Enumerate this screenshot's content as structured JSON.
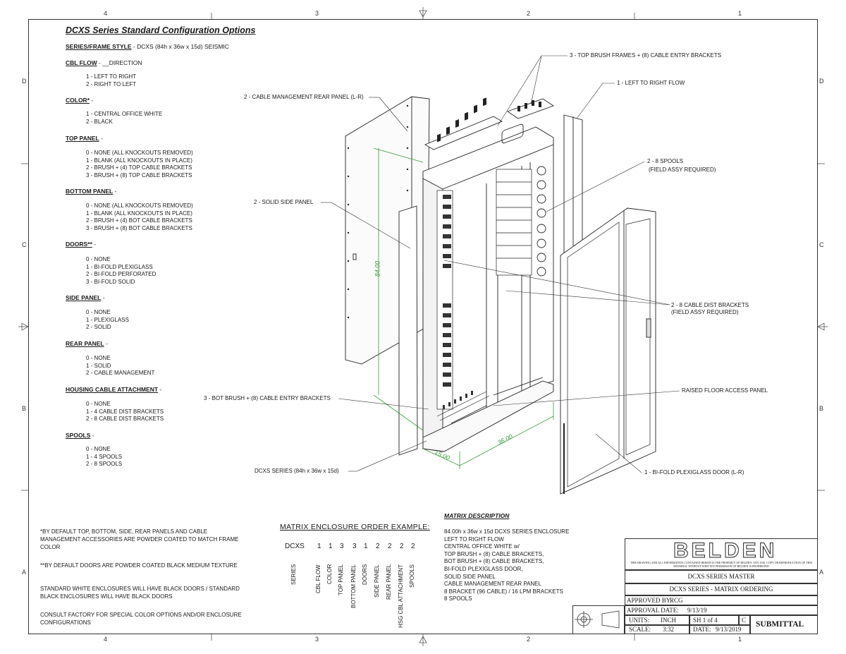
{
  "zones": {
    "top": [
      "4",
      "3",
      "2",
      "1"
    ],
    "bottom": [
      "4",
      "3",
      "2",
      "1"
    ],
    "left": [
      "D",
      "C",
      "B",
      "A"
    ],
    "right": [
      "D",
      "C",
      "B",
      "A"
    ]
  },
  "options": {
    "title": "DCXS Series Standard Configuration Options",
    "series_frame": {
      "heading": "SERIES/FRAME STYLE",
      "value": " - DCXS (84h x 36w x 15d) SEISMIC"
    },
    "cbl_flow": {
      "heading": "CBL FLOW",
      "suffix": " - __DIRECTION",
      "items": [
        "1 - LEFT TO RIGHT",
        "2 - RIGHT TO LEFT"
      ]
    },
    "color": {
      "heading": "COLOR*",
      "suffix": " -",
      "items": [
        "1 - CENTRAL OFFICE WHITE",
        "2 - BLACK"
      ]
    },
    "top_panel": {
      "heading": "TOP PANEL",
      "suffix": " -",
      "items": [
        "0 - NONE (ALL KNOCKOUTS REMOVED)",
        "1 - BLANK (ALL KNOCKOUTS IN PLACE)",
        "2 - BRUSH + (4) TOP CABLE BRACKETS",
        "3 - BRUSH + (8) TOP CABLE BRACKETS"
      ]
    },
    "bottom_panel": {
      "heading": "BOTTOM PANEL",
      "suffix": " -",
      "items": [
        "0 - NONE (ALL KNOCKOUTS REMOVED)",
        "1 - BLANK (ALL KNOCKOUTS IN PLACE)",
        "2 - BRUSH + (4) BOT CABLE BRACKETS",
        "3 - BRUSH + (8) BOT CABLE BRACKETS"
      ]
    },
    "doors": {
      "heading": "DOORS**",
      "suffix": " -",
      "items": [
        "0 - NONE",
        "1 - BI-FOLD PLEXIGLASS",
        "2 - BI-FOLD PERFORATED",
        "3 - BI-FOLD SOLID"
      ]
    },
    "side_panel": {
      "heading": "SIDE PANEL",
      "suffix": " -",
      "items": [
        "0 - NONE",
        "1 - PLEXIGLASS",
        "2 - SOLID"
      ]
    },
    "rear_panel": {
      "heading": "REAR PANEL",
      "suffix": " -",
      "items": [
        "0 - NONE",
        "1 - SOLID",
        "2 - CABLE MANAGEMENT"
      ]
    },
    "housing": {
      "heading": "HOUSING CABLE ATTACHMENT",
      "suffix": " -",
      "items": [
        "0 - NONE",
        "1 - 4 CABLE DIST BRACKETS",
        "2 - 8 CABLE DIST BRACKETS"
      ]
    },
    "spools": {
      "heading": "SPOOLS",
      "suffix": " -",
      "items": [
        "0 - NONE",
        "1 - 4 SPOOLS",
        "2 - 8 SPOOLS"
      ]
    }
  },
  "notes": [
    "*BY DEFAULT TOP, BOTTOM, SIDE, REAR PANELS AND CABLE MANAGEMENT ACCESSORIES ARE POWDER COATED TO MATCH FRAME COLOR",
    "**BY DEFAULT DOORS ARE POWDER COATED BLACK MEDIUM TEXTURE",
    "STANDARD WHITE ENCLOSURES WILL HAVE BLACK DOORS / STANDARD BLACK ENCLOSURES WILL HAVE BLACK DOORS",
    "CONSULT FACTORY FOR SPECIAL COLOR OPTIONS AND/OR ENCLOSURE CONFIGURATIONS"
  ],
  "callouts": {
    "top_brush": "3 - TOP BRUSH FRAMES + (8) CABLE ENTRY BRACKETS",
    "left_right_flow": "1 - LEFT TO RIGHT FLOW",
    "cable_mgmt_rear": "2 - CABLE MANAGEMENT REAR PANEL (L-R)",
    "spools_1": "2 - 8 SPOOLS",
    "spools_2": "(FIELD ASSY REQUIRED)",
    "solid_side": "2 - SOLID SIDE PANEL",
    "dist_1": "2 - 8 CABLE DIST BRACKETS",
    "dist_2": "(FIELD ASSY REQUIRED)",
    "bot_brush": "3 - BOT BRUSH + (8) CABLE ENTRY BRACKETS",
    "raised_floor": "RAISED FLOOR ACCESS PANEL",
    "series": "DCXS SERIES (84h x 36w x 15d)",
    "door": "1 - BI-FOLD PLEXIGLASS DOOR (L-R)",
    "dim_height": "84.00",
    "dim_width": "36.00",
    "dim_depth": "15.00"
  },
  "matrix": {
    "title": "MATRIX ENCLOSURE ORDER EXAMPLE:",
    "codes": [
      "DCXS",
      "1",
      "1",
      "3",
      "3",
      "1",
      "2",
      "2",
      "2",
      "2"
    ],
    "labels": [
      "SERIES",
      "CBL FLOW",
      "COLOR",
      "TOP PANEL",
      "BOTTOM PANEL",
      "DOORS",
      "SIDE PANEL",
      "REAR PANEL",
      "HSG CBL ATTACHMENT",
      "SPOOLS"
    ]
  },
  "matrix_description": {
    "title": "MATRIX DESCRIPTION",
    "lines": [
      "84.00h x 36w x 15d DCXS SERIES ENCLOSURE",
      "LEFT TO RIGHT FLOW",
      "CENTRAL OFFICE WHITE w/",
      "TOP BRUSH + (8) CABLE BRACKETS,",
      "BOT BRUSH + (8) CABLE BRACKETS,",
      "BI-FOLD PLEXIGLASS DOOR,",
      "SOLID SIDE PANEL",
      "CABLE MANAGEMENT REAR PANEL",
      "8 BRACKET (96 CABLE) / 16 LPM BRACKETS",
      "8 SPOOLS"
    ]
  },
  "title_block": {
    "logo": "BELDEN",
    "legal": "THIS DRAWING AND ALL INFORMATION CONTAINED HEREIN IS THE PROPERTY OF BELDEN. ANY USE, COPY OR REPRODUCTION OF THIS MATERIAL WITHOUT WRITTEN PERMISSION OF BELDEN IS PROHIBITED",
    "master": "DCXS SERIES MASTER",
    "subtitle": "DCXS SERIES - MATRIX ORDERING",
    "approved_by_label": "APPROVED BY:",
    "approved_by": "RCG",
    "approval_date_label": "APPROVAL DATE:",
    "approval_date": "9/13/19",
    "units_label": "UNITS:",
    "units": "INCH",
    "sheet": "SH 1   of  4",
    "rev": "C",
    "scale_label": "SCALE:",
    "scale": "3:32",
    "date_label": "DATE:",
    "date": "9/13/2019",
    "stamp": "SUBMITTAL"
  }
}
